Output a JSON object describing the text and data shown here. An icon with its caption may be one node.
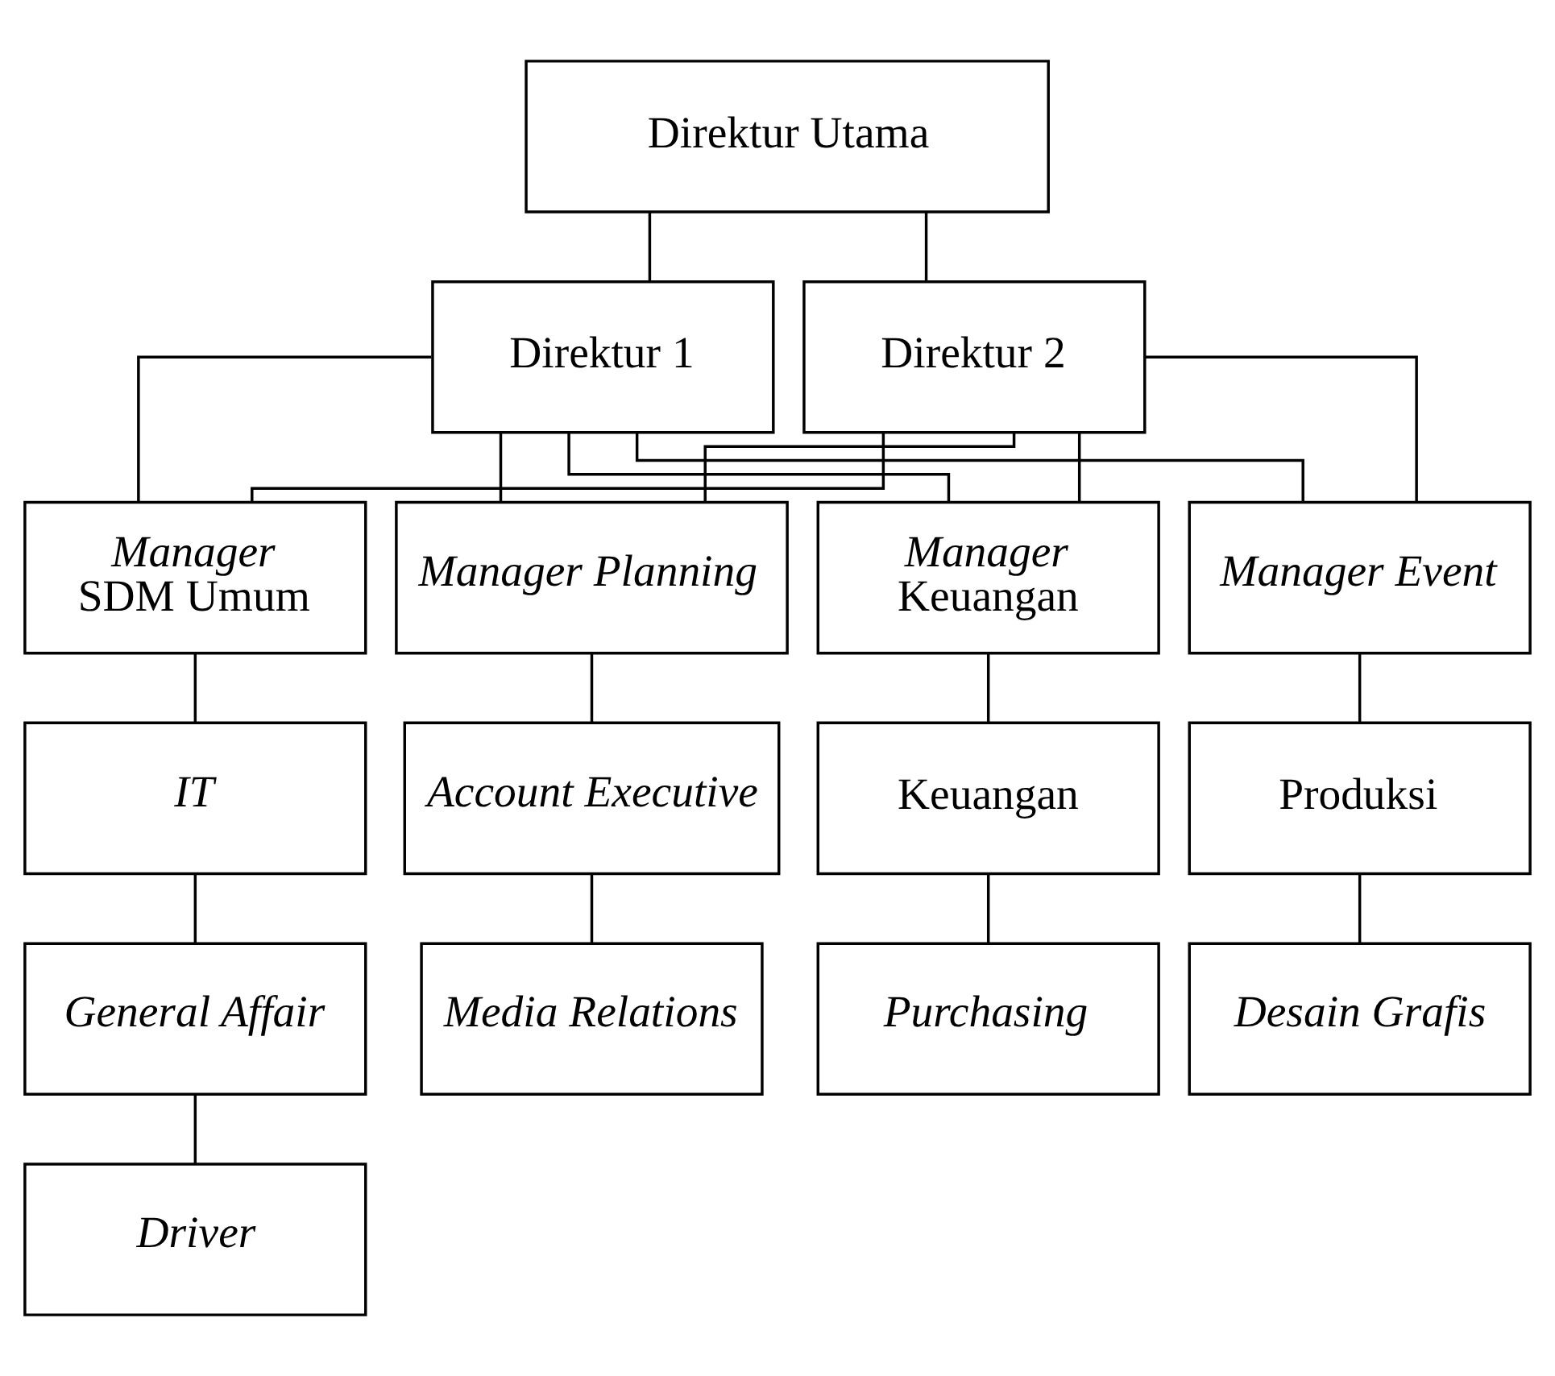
{
  "diagram": {
    "nodes": [
      {
        "text": [
          "Direktur Utama"
        ]
      },
      {
        "text": [
          "Direktur 1"
        ]
      },
      {
        "text": [
          "Direktur 2"
        ]
      },
      {
        "text": [
          "*Manager* SDM Umum"
        ]
      },
      {
        "text": [
          "Manager Planning"
        ]
      },
      {
        "text": [
          "*Manager* Keuangan"
        ]
      },
      {
        "text": [
          "Manager Event"
        ]
      },
      {
        "text": [
          "IT"
        ]
      },
      {
        "text": [
          "Account Executive"
        ]
      },
      {
        "text": [
          "Keuangan"
        ]
      },
      {
        "text": [
          "Produksi"
        ]
      },
      {
        "text": [
          "General Affair"
        ]
      },
      {
        "text": [
          "Media Relations"
        ]
      },
      {
        "text": [
          "Purchasing"
        ]
      },
      {
        "text": [
          "Desain Grafis"
        ]
      },
      {
        "text": [
          "Driver"
        ]
      }
    ],
    "edges": [
      {
        "from": 0,
        "to": 1,
        "arrow": "none"
      },
      {
        "from": 0,
        "to": 2,
        "arrow": "none"
      },
      {
        "from": 1,
        "to": 3,
        "arrow": "none"
      },
      {
        "from": 1,
        "to": 4,
        "arrow": "none"
      },
      {
        "from": 1,
        "to": 5,
        "arrow": "none"
      },
      {
        "from": 1,
        "to": 6,
        "arrow": "none"
      },
      {
        "from": 2,
        "to": 3,
        "arrow": "none"
      },
      {
        "from": 2,
        "to": 4,
        "arrow": "none"
      },
      {
        "from": 2,
        "to": 5,
        "arrow": "none"
      },
      {
        "from": 2,
        "to": 6,
        "arrow": "none"
      },
      {
        "from": 3,
        "to": 7,
        "arrow": "none"
      },
      {
        "from": 7,
        "to": 11,
        "arrow": "none"
      },
      {
        "from": 11,
        "to": 15,
        "arrow": "none"
      },
      {
        "from": 4,
        "to": 8,
        "arrow": "none"
      },
      {
        "from": 8,
        "to": 12,
        "arrow": "none"
      },
      {
        "from": 5,
        "to": 9,
        "arrow": "none"
      },
      {
        "from": 9,
        "to": 13,
        "arrow": "none"
      },
      {
        "from": 6,
        "to": 10,
        "arrow": "none"
      },
      {
        "from": 10,
        "to": 14,
        "arrow": "none"
      }
    ]
  }
}
